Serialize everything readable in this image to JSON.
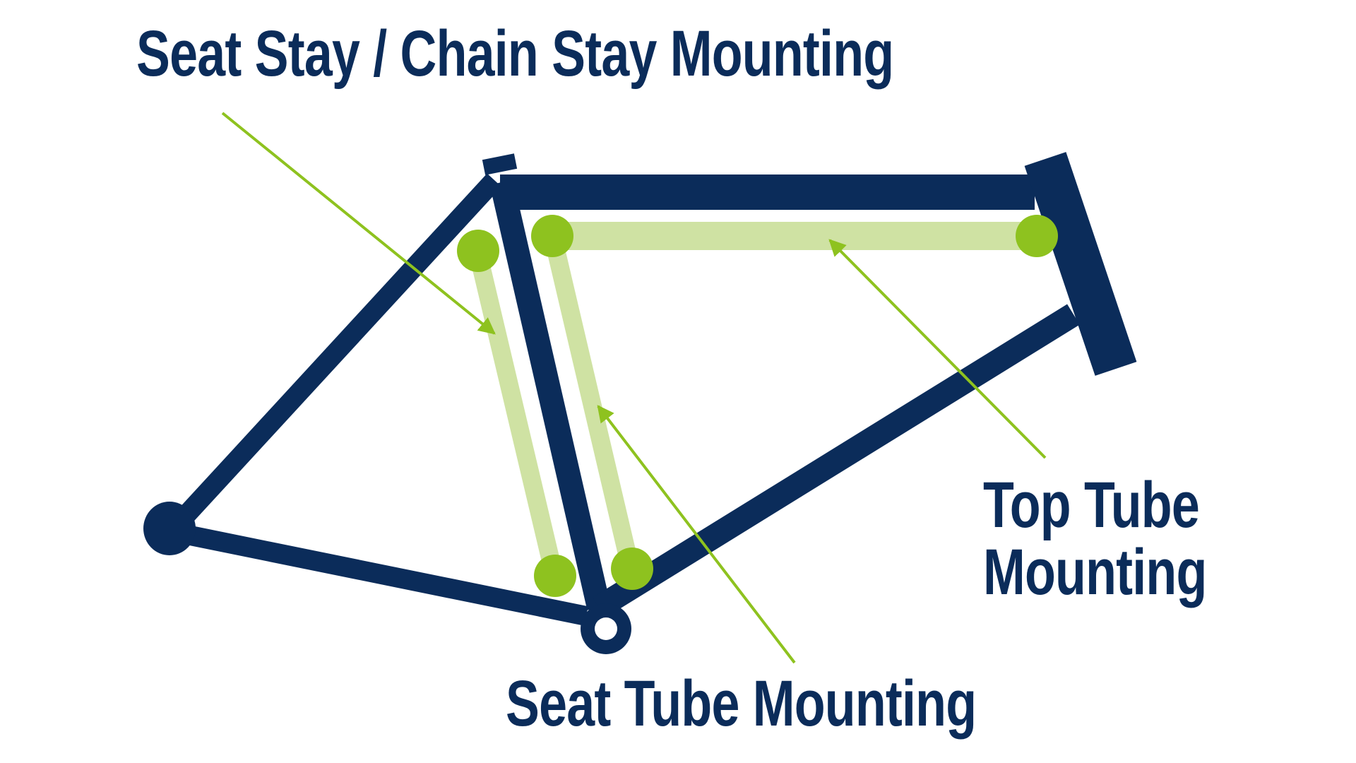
{
  "labels": {
    "seat_stay_chain_stay": "Seat Stay / Chain Stay Mounting",
    "top_tube_line1": "Top Tube",
    "top_tube_line2": "Mounting",
    "seat_tube": "Seat Tube Mounting"
  },
  "colors": {
    "frame": "#0b2c5a",
    "mount_point": "#8ec21f",
    "mount_band": "#cfe2a3",
    "arrow": "#8ec21f",
    "background": "#ffffff"
  }
}
